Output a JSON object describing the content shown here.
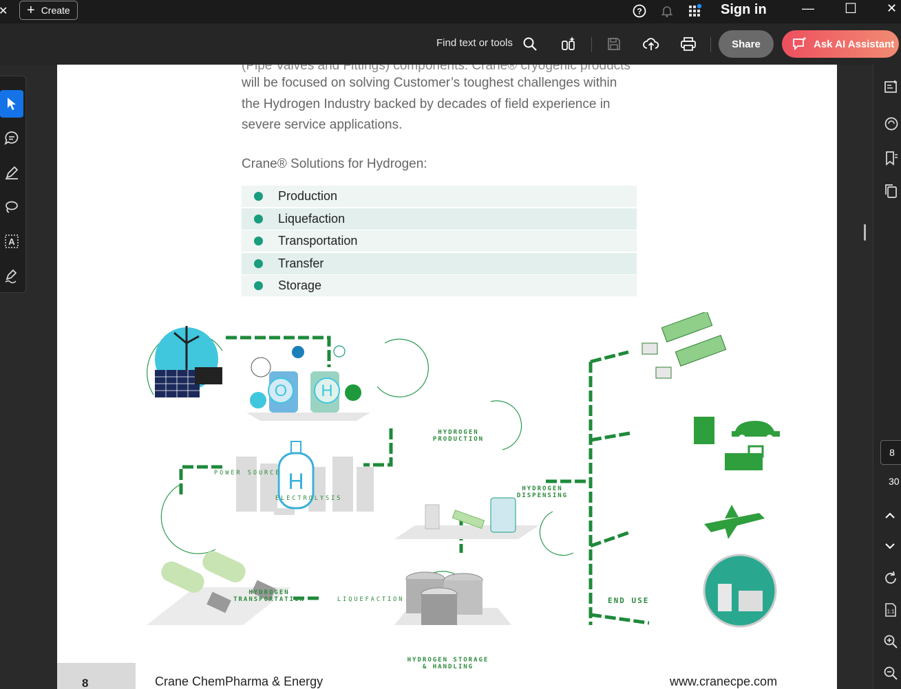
{
  "topbar": {
    "create_label": "Create",
    "sign_in_label": "Sign in"
  },
  "toolbar": {
    "find_label": "Find text or tools",
    "share_label": "Share",
    "ai_label": "Ask AI Assistant"
  },
  "document": {
    "partial_line": "(Pipe Valves and Fittings) components. Crane® cryogenic products",
    "paragraph_lines": [
      "will be focused on solving Customer’s toughest challenges within",
      "the Hydrogen Industry backed by decades of field experience in",
      "severe service applications."
    ],
    "solutions_heading": "Crane® Solutions for Hydrogen:",
    "solutions": [
      "Production",
      "Liquefaction",
      "Transportation",
      "Transfer",
      "Storage"
    ],
    "diagram_labels": {
      "power_source": "POWER SOURCE",
      "electrolysis": "ELECTROLYSIS",
      "production_1": "HYDROGEN",
      "production_2": "PRODUCTION",
      "dispensing_1": "HYDROGEN",
      "dispensing_2": "DISPENSING",
      "transportation_1": "HYDROGEN",
      "transportation_2": "TRANSPORTATION",
      "liquefaction": "LIQUEFACTION",
      "end_use": "END USE",
      "storage_1": "HYDROGEN STORAGE",
      "storage_2": "& HANDLING"
    },
    "footer_page": "8",
    "footer_company": "Crane ChemPharma & Energy",
    "footer_url": "www.cranecpe.com"
  },
  "navigation": {
    "current_page": "8",
    "total_pages": "30"
  },
  "colors": {
    "accent_green": "#1e8a3a",
    "teal": "#1a9c7e",
    "ai_gradient_start": "#ee4f5f",
    "select_blue": "#1473e6"
  }
}
